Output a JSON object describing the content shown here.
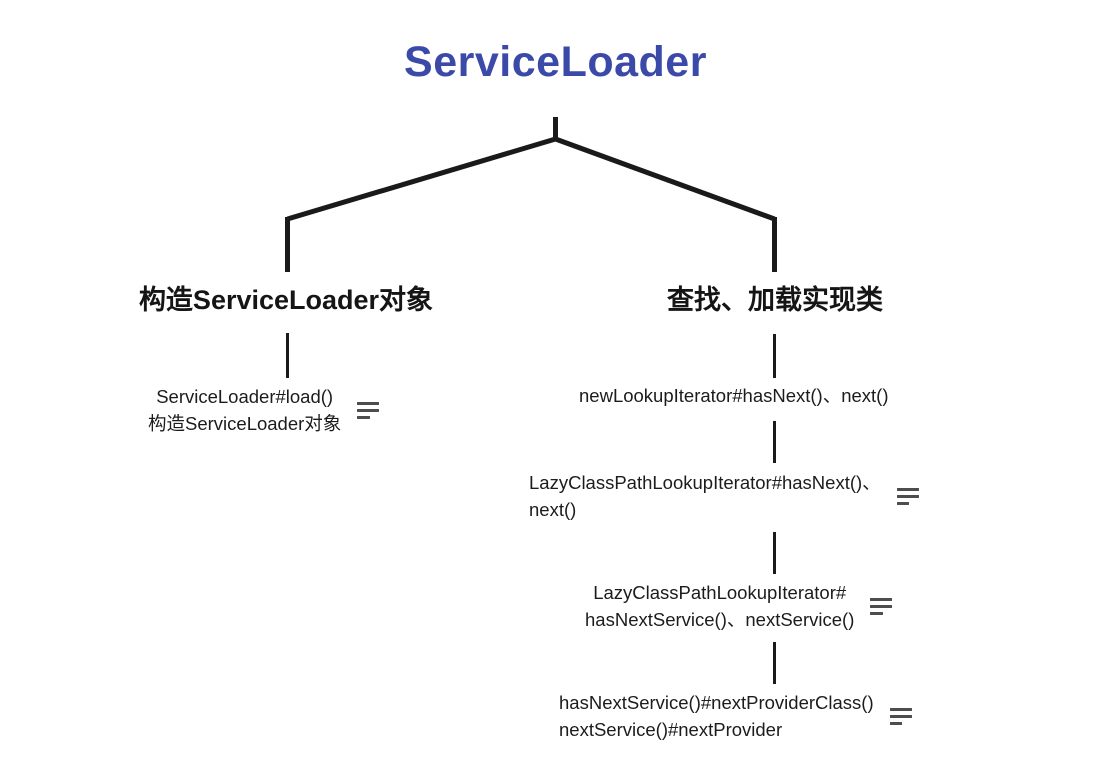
{
  "diagram": {
    "type": "mindmap",
    "title": "ServiceLoader",
    "title_color": "#3b4aa8",
    "background": "#ffffff",
    "line_color": "#1a1a1a",
    "branches": [
      {
        "id": "construct",
        "label": "构造ServiceLoader对象",
        "side": "left",
        "nodes": [
          {
            "id": "l1",
            "text": "ServiceLoader#load()\n构造ServiceLoader对象",
            "note_icon": "note-lines-icon"
          }
        ]
      },
      {
        "id": "lookup-load",
        "label": "查找、加载实现类",
        "side": "right",
        "nodes": [
          {
            "id": "r1",
            "text": "newLookupIterator#hasNext()、next()",
            "note_icon": "note-lines-icon"
          },
          {
            "id": "r2",
            "text": "LazyClassPathLookupIterator#hasNext()、\nnext()",
            "note_icon": "note-lines-icon"
          },
          {
            "id": "r3",
            "text": "LazyClassPathLookupIterator#\nhasNextService()、nextService()",
            "note_icon": "note-lines-icon"
          },
          {
            "id": "r4",
            "text": "hasNextService()#nextProviderClass()\nnextService()#nextProvider",
            "note_icon": "note-lines-icon"
          }
        ]
      }
    ]
  }
}
